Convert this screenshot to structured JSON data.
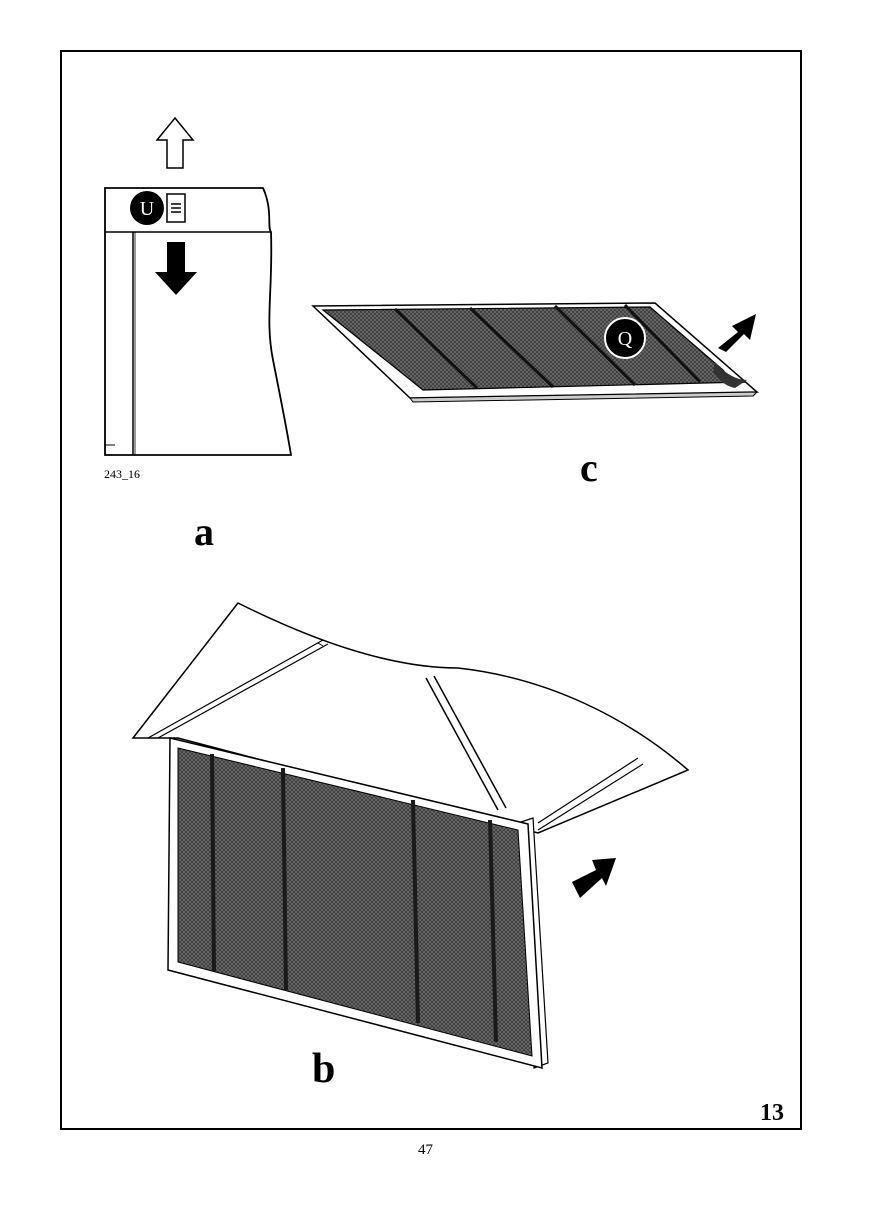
{
  "figure_a": {
    "label": "a",
    "code": "243_16",
    "badge_letter": "U"
  },
  "figure_b": {
    "label": "b"
  },
  "figure_c": {
    "label": "c",
    "badge_letter": "Q"
  },
  "step_number": "13",
  "page_number": "47"
}
